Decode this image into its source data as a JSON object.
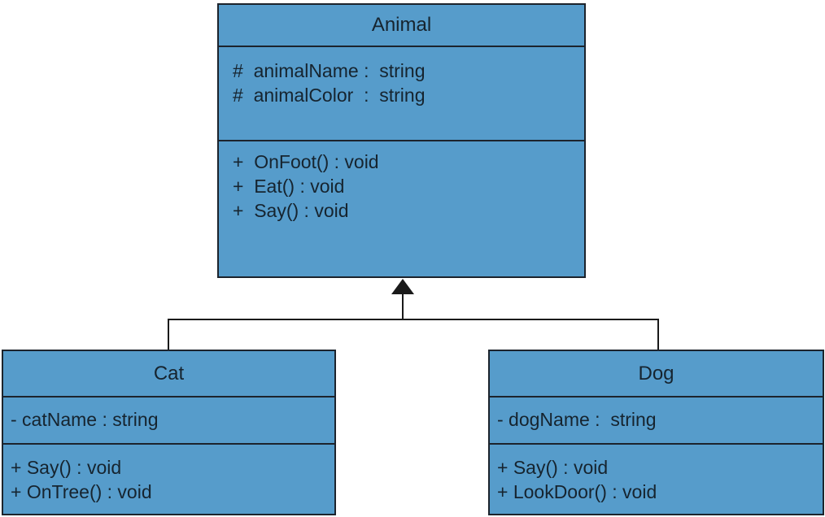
{
  "diagram": {
    "type": "uml-class-diagram",
    "colors": {
      "class_fill": "#569CCB",
      "border": "#1C232C",
      "text": "#16242F",
      "connector_line": "#1A1A1A",
      "background": "#FFFFFF"
    },
    "classes": {
      "animal": {
        "name": "Animal",
        "attributes": [
          "#  animalName :  string",
          "#  animalColor  :  string"
        ],
        "methods": [
          "+  OnFoot() : void",
          "+  Eat() : void",
          "+  Say() : void"
        ]
      },
      "cat": {
        "name": "Cat",
        "attributes": [
          "- catName : string"
        ],
        "methods": [
          "+ Say() : void",
          "+ OnTree() : void"
        ]
      },
      "dog": {
        "name": "Dog",
        "attributes": [
          "- dogName :  string"
        ],
        "methods": [
          "+ Say() : void",
          "+ LookDoor() : void"
        ]
      }
    },
    "relationships": [
      {
        "type": "inheritance",
        "from": "Cat",
        "to": "Animal"
      },
      {
        "type": "inheritance",
        "from": "Dog",
        "to": "Animal"
      }
    ]
  }
}
